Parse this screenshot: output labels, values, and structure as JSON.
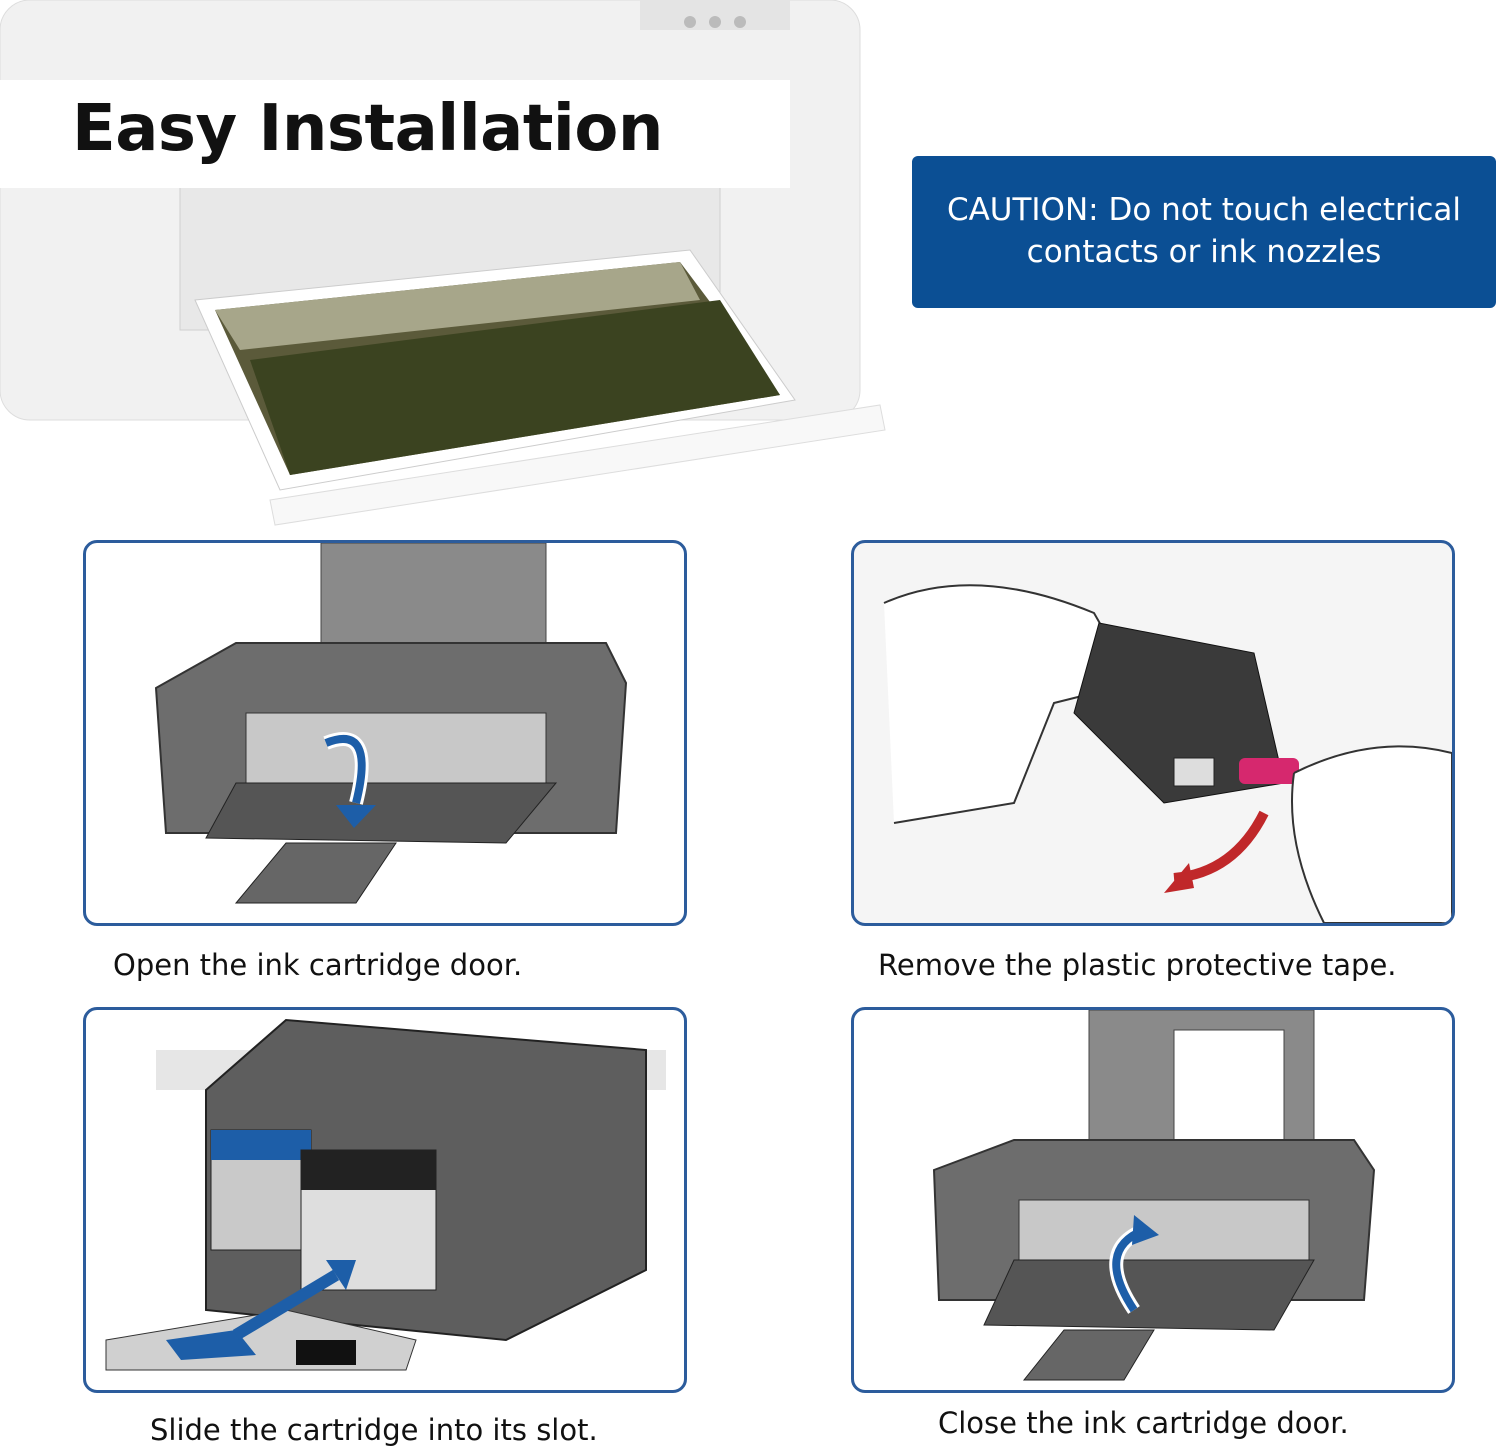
{
  "header": {
    "title": "Easy Installation"
  },
  "caution": {
    "line1": "CAUTION: Do not touch electrical",
    "line2": "contacts or ink nozzles"
  },
  "steps": [
    {
      "caption": "Open the ink cartridge door."
    },
    {
      "caption": "Remove the plastic protective tape."
    },
    {
      "caption": "Slide the cartridge into its slot."
    },
    {
      "caption": "Close the ink cartridge door."
    }
  ],
  "colors": {
    "accent": "#0b4f94",
    "panel_border": "#2c5c9c",
    "tape": "#d6286e",
    "arrow_red": "#c0282a"
  }
}
